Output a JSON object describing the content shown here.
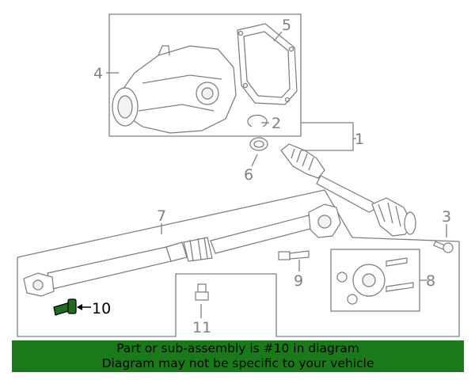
{
  "callouts": {
    "c1": "1",
    "c2": "2",
    "c3": "3",
    "c4": "4",
    "c5": "5",
    "c6": "6",
    "c7": "7",
    "c8": "8",
    "c9": "9",
    "c10": "10",
    "c11": "11"
  },
  "highlight_part": "10",
  "colors": {
    "banner_bg": "#1a7a1a",
    "highlight_part": "#1f6b1f",
    "line": "#808080"
  },
  "banner": {
    "line1": "Part or sub-assembly is #10 in diagram",
    "line2": "Diagram may not be specific to your vehicle"
  }
}
